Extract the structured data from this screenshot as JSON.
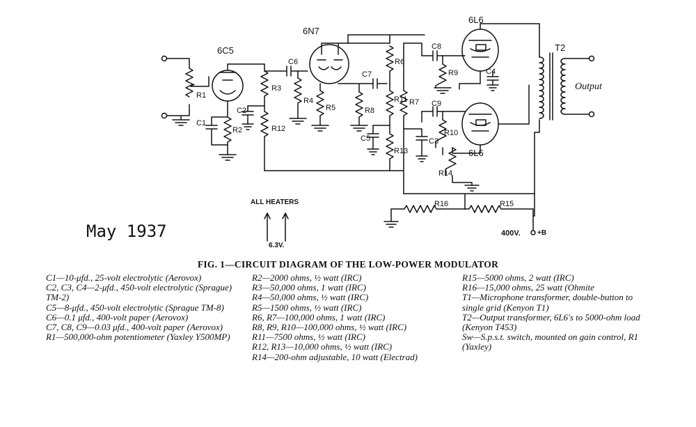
{
  "labels": {
    "tube_6c5": "6C5",
    "tube_6n7": "6N7",
    "tube_6l6_top": "6L6",
    "tube_6l6_bottom": "6L6",
    "r1": "R1",
    "r2": "R2",
    "r3": "R3",
    "r4": "R4",
    "r5": "R5",
    "r6": "R6",
    "r7": "R7",
    "r8": "R8",
    "r9": "R9",
    "r10": "R10",
    "r11": "R11",
    "r12": "R12",
    "r13": "R13",
    "r14": "R14",
    "r15": "R15",
    "r16": "R16",
    "c1": "C1",
    "c2": "C2",
    "c3": "C3",
    "c4": "C4",
    "c5": "C5",
    "c6": "C6",
    "c7": "C7",
    "c8": "C8",
    "c9": "C9",
    "t2": "T2",
    "output": "Output",
    "all_heaters": "ALL HEATERS",
    "heater_voltage": "6.3V.",
    "supply_voltage": "400V.",
    "supply_plus": "+B"
  },
  "date": "May 1937",
  "caption": "FIG. 1—CIRCUIT DIAGRAM OF THE LOW-POWER MODULATOR",
  "parts_list": {
    "col1": [
      "C1—10-μfd., 25-volt electrolytic (Aerovox)",
      "C2, C3, C4—2-μfd., 450-volt electrolytic (Sprague) TM-2)",
      "C5—8-μfd., 450-volt electrolytic (Sprague TM-8)",
      "C6—0.1 μfd., 400-volt paper (Aerovox)",
      "C7, C8, C9—0.03 μfd., 400-volt paper (Aerovox)",
      "R1—500,000-ohm potentiometer (Yaxley Y500MP)"
    ],
    "col2": [
      "R2—2000 ohms, ½ watt (IRC)",
      "R3—50,000 ohms, 1 watt (IRC)",
      "R4—50,000 ohms, ½ watt (IRC)",
      "R5—1500 ohms, ½ watt (IRC)",
      "R6, R7—100,000 ohms, 1 watt (IRC)",
      "R8, R9, R10—100,000 ohms, ½ watt (IRC)",
      "R11—7500 ohms, ½ watt (IRC)",
      "R12, R13—10,000 ohms, ½ watt (IRC)",
      "R14—200-ohm adjustable, 10 watt (Electrad)"
    ],
    "col3": [
      "R15—5000 ohms, 2 watt (IRC)",
      "R16—15,000 ohms, 25 watt (Ohmite",
      "T1—Microphone transformer, double-button to single grid (Kenyon T1)",
      "T2—Output transformer, 6L6's to 5000-ohm load (Kenyon T453)",
      "Sw—S.p.s.t. switch, mounted on gain control, R1 (Yaxley)"
    ]
  }
}
